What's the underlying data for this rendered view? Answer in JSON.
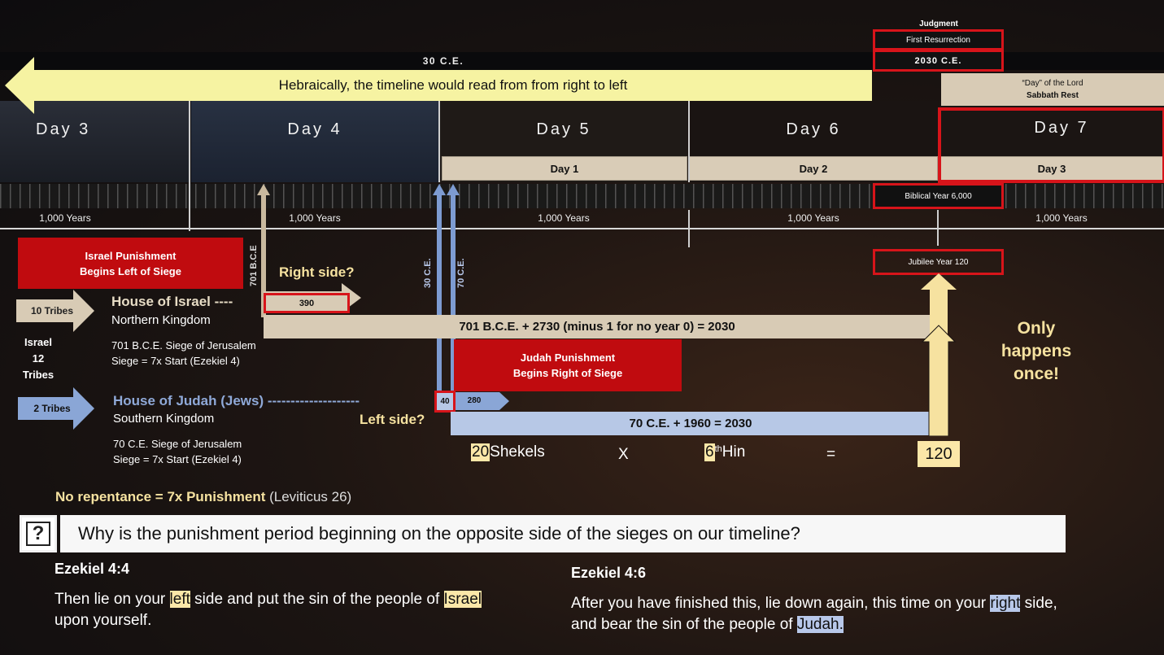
{
  "top": {
    "judgment": "Judgment",
    "first_resurrection": "First Resurrection",
    "ce30": "30 C.E.",
    "ce2030": "2030 C.E.",
    "timeline_note": "Hebraically, the timeline would read from from right to left"
  },
  "day_of_lord": {
    "line1": "“Day” of the Lord",
    "line2": "Sabbath Rest"
  },
  "days": [
    "Day 3",
    "Day 4",
    "Day 5",
    "Day 6",
    "Day 7"
  ],
  "subdays": [
    "Day 1",
    "Day 2",
    "Day 3"
  ],
  "biblical_year": "Biblical Year 6,000",
  "years_label": "1,000 Years",
  "jubilee": "Jubilee Year 120",
  "vertical": {
    "bce701": "701 B.C.E",
    "ce30": "30 C.E.",
    "ce70": "70 C.E."
  },
  "israel": {
    "punishment": [
      "Israel Punishment",
      "Begins Left of Siege"
    ],
    "right_side": "Right side?",
    "tribes10": "10 Tribes",
    "house": "House of Israel ----",
    "kingdom": "Northern Kingdom",
    "siege1": "701 B.C.E. Siege of Jerusalem",
    "siege2": "Siege = 7x Start (Ezekiel 4)",
    "count": "390",
    "formula": "701 B.C.E.   +   2730 (minus 1 for no year 0)    =   2030"
  },
  "israel12": [
    "Israel",
    "12",
    "Tribes"
  ],
  "judah": {
    "punishment": [
      "Judah Punishment",
      "Begins Right of Siege"
    ],
    "tribes2": "2 Tribes",
    "house": "House of Judah (Jews) --------------------",
    "kingdom": "Southern Kingdom",
    "left_side": "Left side?",
    "siege1": "70 C.E. Siege of Jerusalem",
    "siege2": "Siege = 7x Start (Ezekiel 4)",
    "count40": "40",
    "count280": "280",
    "formula": "70 C.E.   +   1960   =   2030"
  },
  "shekels": {
    "num": "20",
    "text": " Shekels",
    "x": "X",
    "hin_num": "6",
    "hin_sup": "th",
    "hin_text": " Hin",
    "eq": "=",
    "result": "120"
  },
  "only_once": [
    "Only",
    "happens",
    "once!"
  ],
  "repentance": {
    "bold": "No repentance = 7x Punishment",
    "ref": " (Leviticus 26)"
  },
  "question": "Why is the punishment period beginning on the opposite side of the sieges on our timeline?",
  "ezekiel44": {
    "title": "Ezekiel 4:4",
    "p1": "Then lie on your ",
    "h1": "left",
    "p2": " side and put the sin of the people of ",
    "h2": "Israel",
    "p3": "upon yourself."
  },
  "ezekiel46": {
    "title": "Ezekiel 4:6",
    "p1": "After you have finished this, lie down again, this time on your ",
    "h1": "right",
    "p2": " side,",
    "p3": "and bear the sin of the people of ",
    "h2": "Judah."
  },
  "colors": {
    "red": "#d7141a",
    "tan": "#d8cbb5",
    "blue": "#b7c8e6",
    "yellow_arrow": "#f6f3a2",
    "highlight": "#fbe7a8"
  }
}
